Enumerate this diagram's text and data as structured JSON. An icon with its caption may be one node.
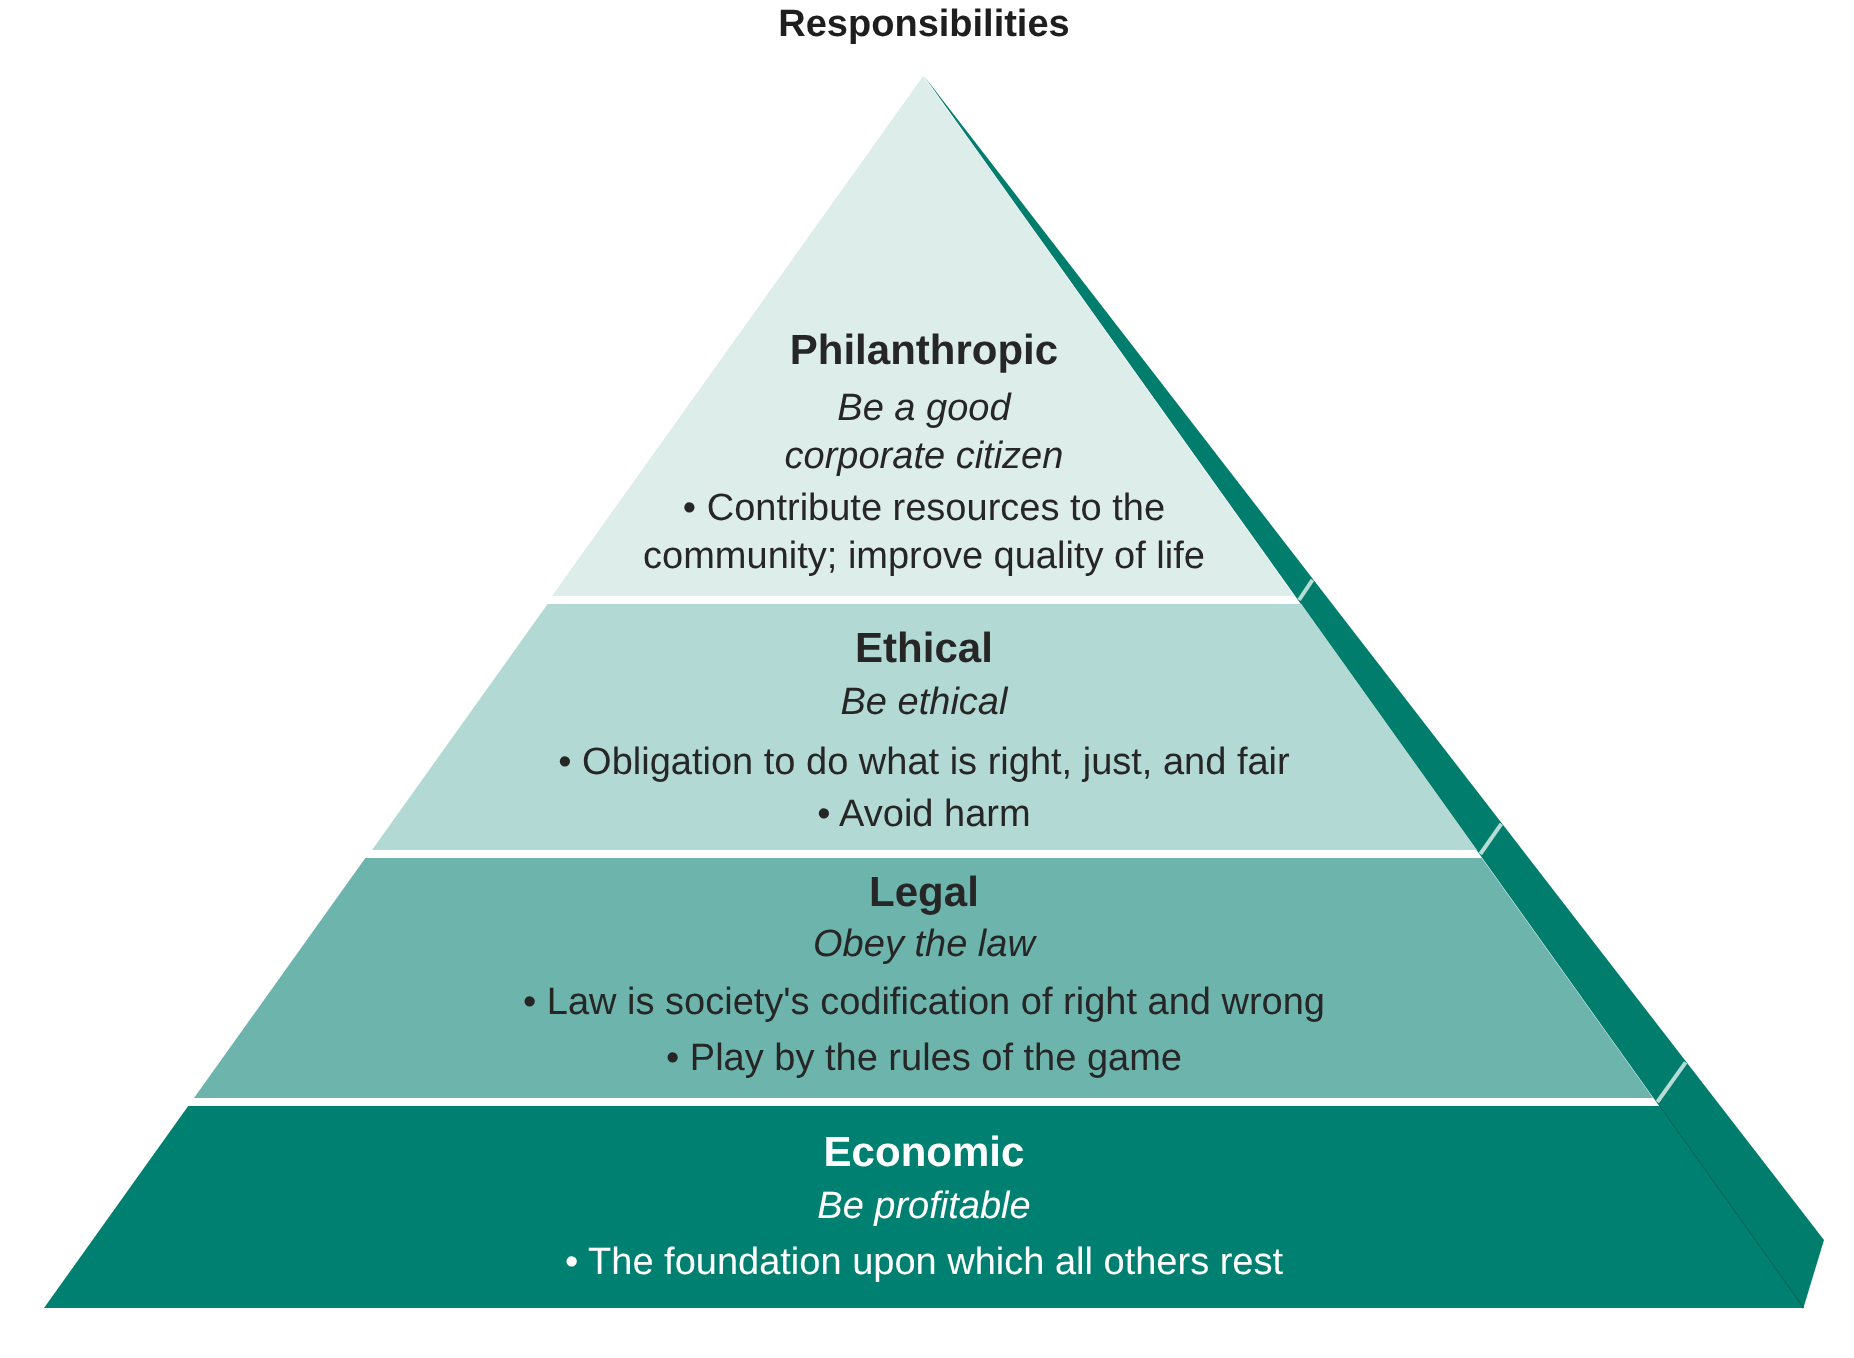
{
  "diagram": {
    "title": "Responsibilities",
    "nodes": [
      {
        "text": [
          "Philanthropic",
          "Be a good corporate citizen",
          "• Contribute resources to the community; improve quality of life"
        ]
      },
      {
        "text": [
          "Ethical",
          "Be ethical",
          "• Obligation to do what is right, just, and fair",
          "• Avoid harm"
        ]
      },
      {
        "text": [
          "Legal",
          "Obey the law",
          "• Law is society's codification of right and wrong",
          "• Play by the rules of the game"
        ]
      },
      {
        "text": [
          "Economic",
          "Be profitable",
          "• The foundation upon which all others rest"
        ]
      }
    ]
  }
}
